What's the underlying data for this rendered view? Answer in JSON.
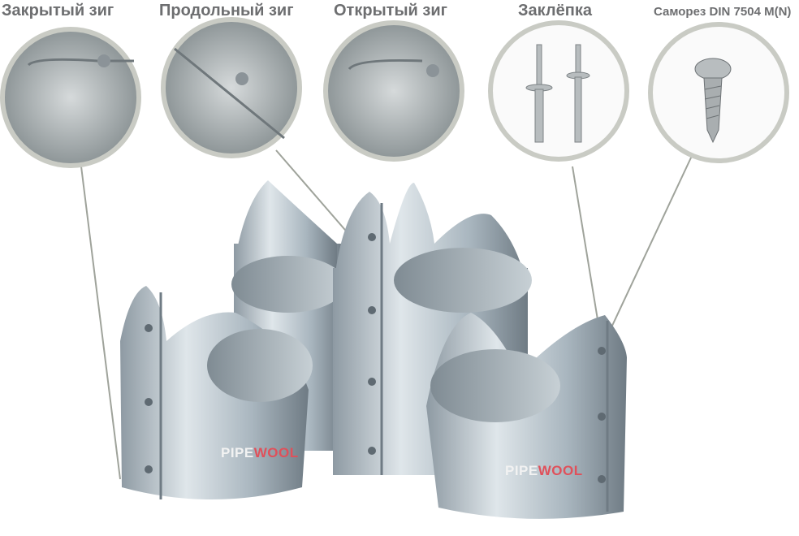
{
  "callouts": [
    {
      "label": "Закрытый зиг"
    },
    {
      "label": "Продольный зиг"
    },
    {
      "label": "Открытый зиг"
    },
    {
      "label": "Заклёпка"
    },
    {
      "label": "Саморез DIN 7504 M(N)"
    }
  ],
  "brand": {
    "part1": "PIPE",
    "part2": "WOOL",
    "accent": "#e0505a"
  },
  "colors": {
    "label": "#6d6e70",
    "ring": "#c9cbc4",
    "metal": "#b8c4cc"
  }
}
